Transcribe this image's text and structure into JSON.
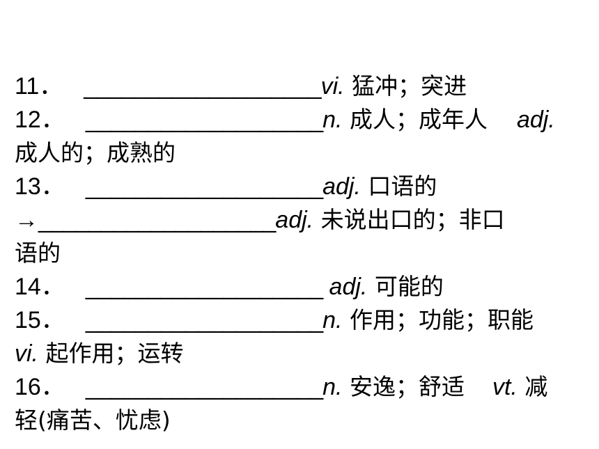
{
  "entries": [
    {
      "number": "11．",
      "lines": [
        {
          "blank": "___________________",
          "pos": "vi.",
          "meaning": " 猛冲；突进"
        }
      ]
    },
    {
      "number": "12．",
      "lines": [
        {
          "blank": "___________________",
          "pos": "n.",
          "meaning": " 成人；成年人",
          "pos2": "adj.",
          "tail": ""
        },
        {
          "continuation": "成人的；成熟的"
        }
      ]
    },
    {
      "number": "13．",
      "lines": [
        {
          "blank": "___________________",
          "pos": "adj.",
          "meaning": " 口语的"
        },
        {
          "arrow": "→",
          "blank": "___________________",
          "pos": "adj.",
          "meaning": " 未说出口的；非口"
        },
        {
          "continuation": "语的"
        }
      ]
    },
    {
      "number": "14．",
      "lines": [
        {
          "blank": "___________________",
          "pos": " adj.",
          "meaning": " 可能的"
        }
      ]
    },
    {
      "number": "15．",
      "lines": [
        {
          "blank": "___________________",
          "pos": "n.",
          "meaning": " 作用；功能；职能"
        },
        {
          "pos": "vi.",
          "meaning": " 起作用；运转"
        }
      ]
    },
    {
      "number": "16．",
      "lines": [
        {
          "blank": "___________________",
          "pos": "n.",
          "meaning": " 安逸；舒适",
          "pos2": "vt.",
          "tail": " 减"
        },
        {
          "continuation": "轻(痛苦、忧虑)"
        }
      ]
    }
  ]
}
